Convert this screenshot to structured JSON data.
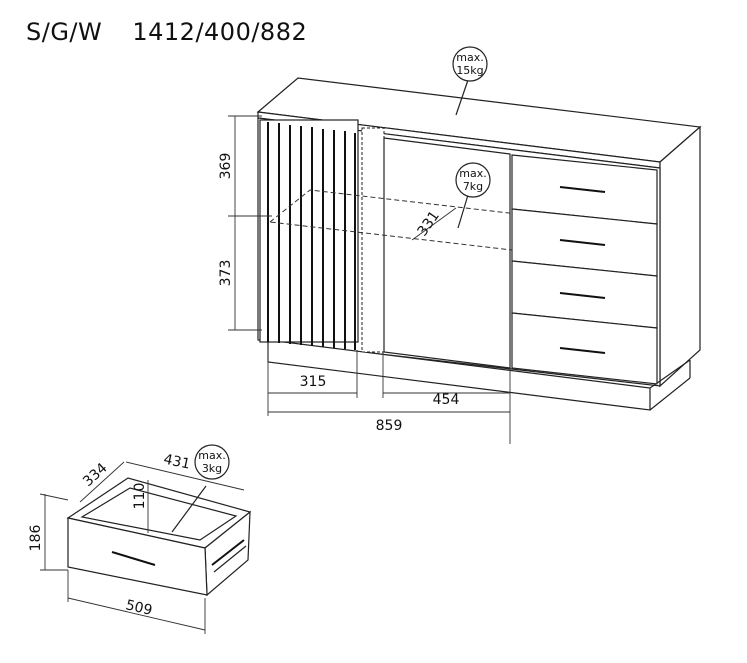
{
  "header": {
    "model_code": "S/G/W",
    "dimensions": "1412/400/882"
  },
  "cabinet": {
    "top_load": {
      "line1": "max.",
      "line2": "15kg"
    },
    "shelf_load": {
      "line1": "max.",
      "line2": "7kg"
    },
    "dims": {
      "upper_height": "369",
      "lower_height": "373",
      "shelf_depth": "331",
      "left_width": "315",
      "door_width": "454",
      "total_width": "859"
    }
  },
  "drawer": {
    "load": {
      "line1": "max.",
      "line2": "3kg"
    },
    "dims": {
      "depth": "334",
      "width_inner": "431",
      "inner_height": "110",
      "height": "186",
      "front_width": "509"
    }
  }
}
